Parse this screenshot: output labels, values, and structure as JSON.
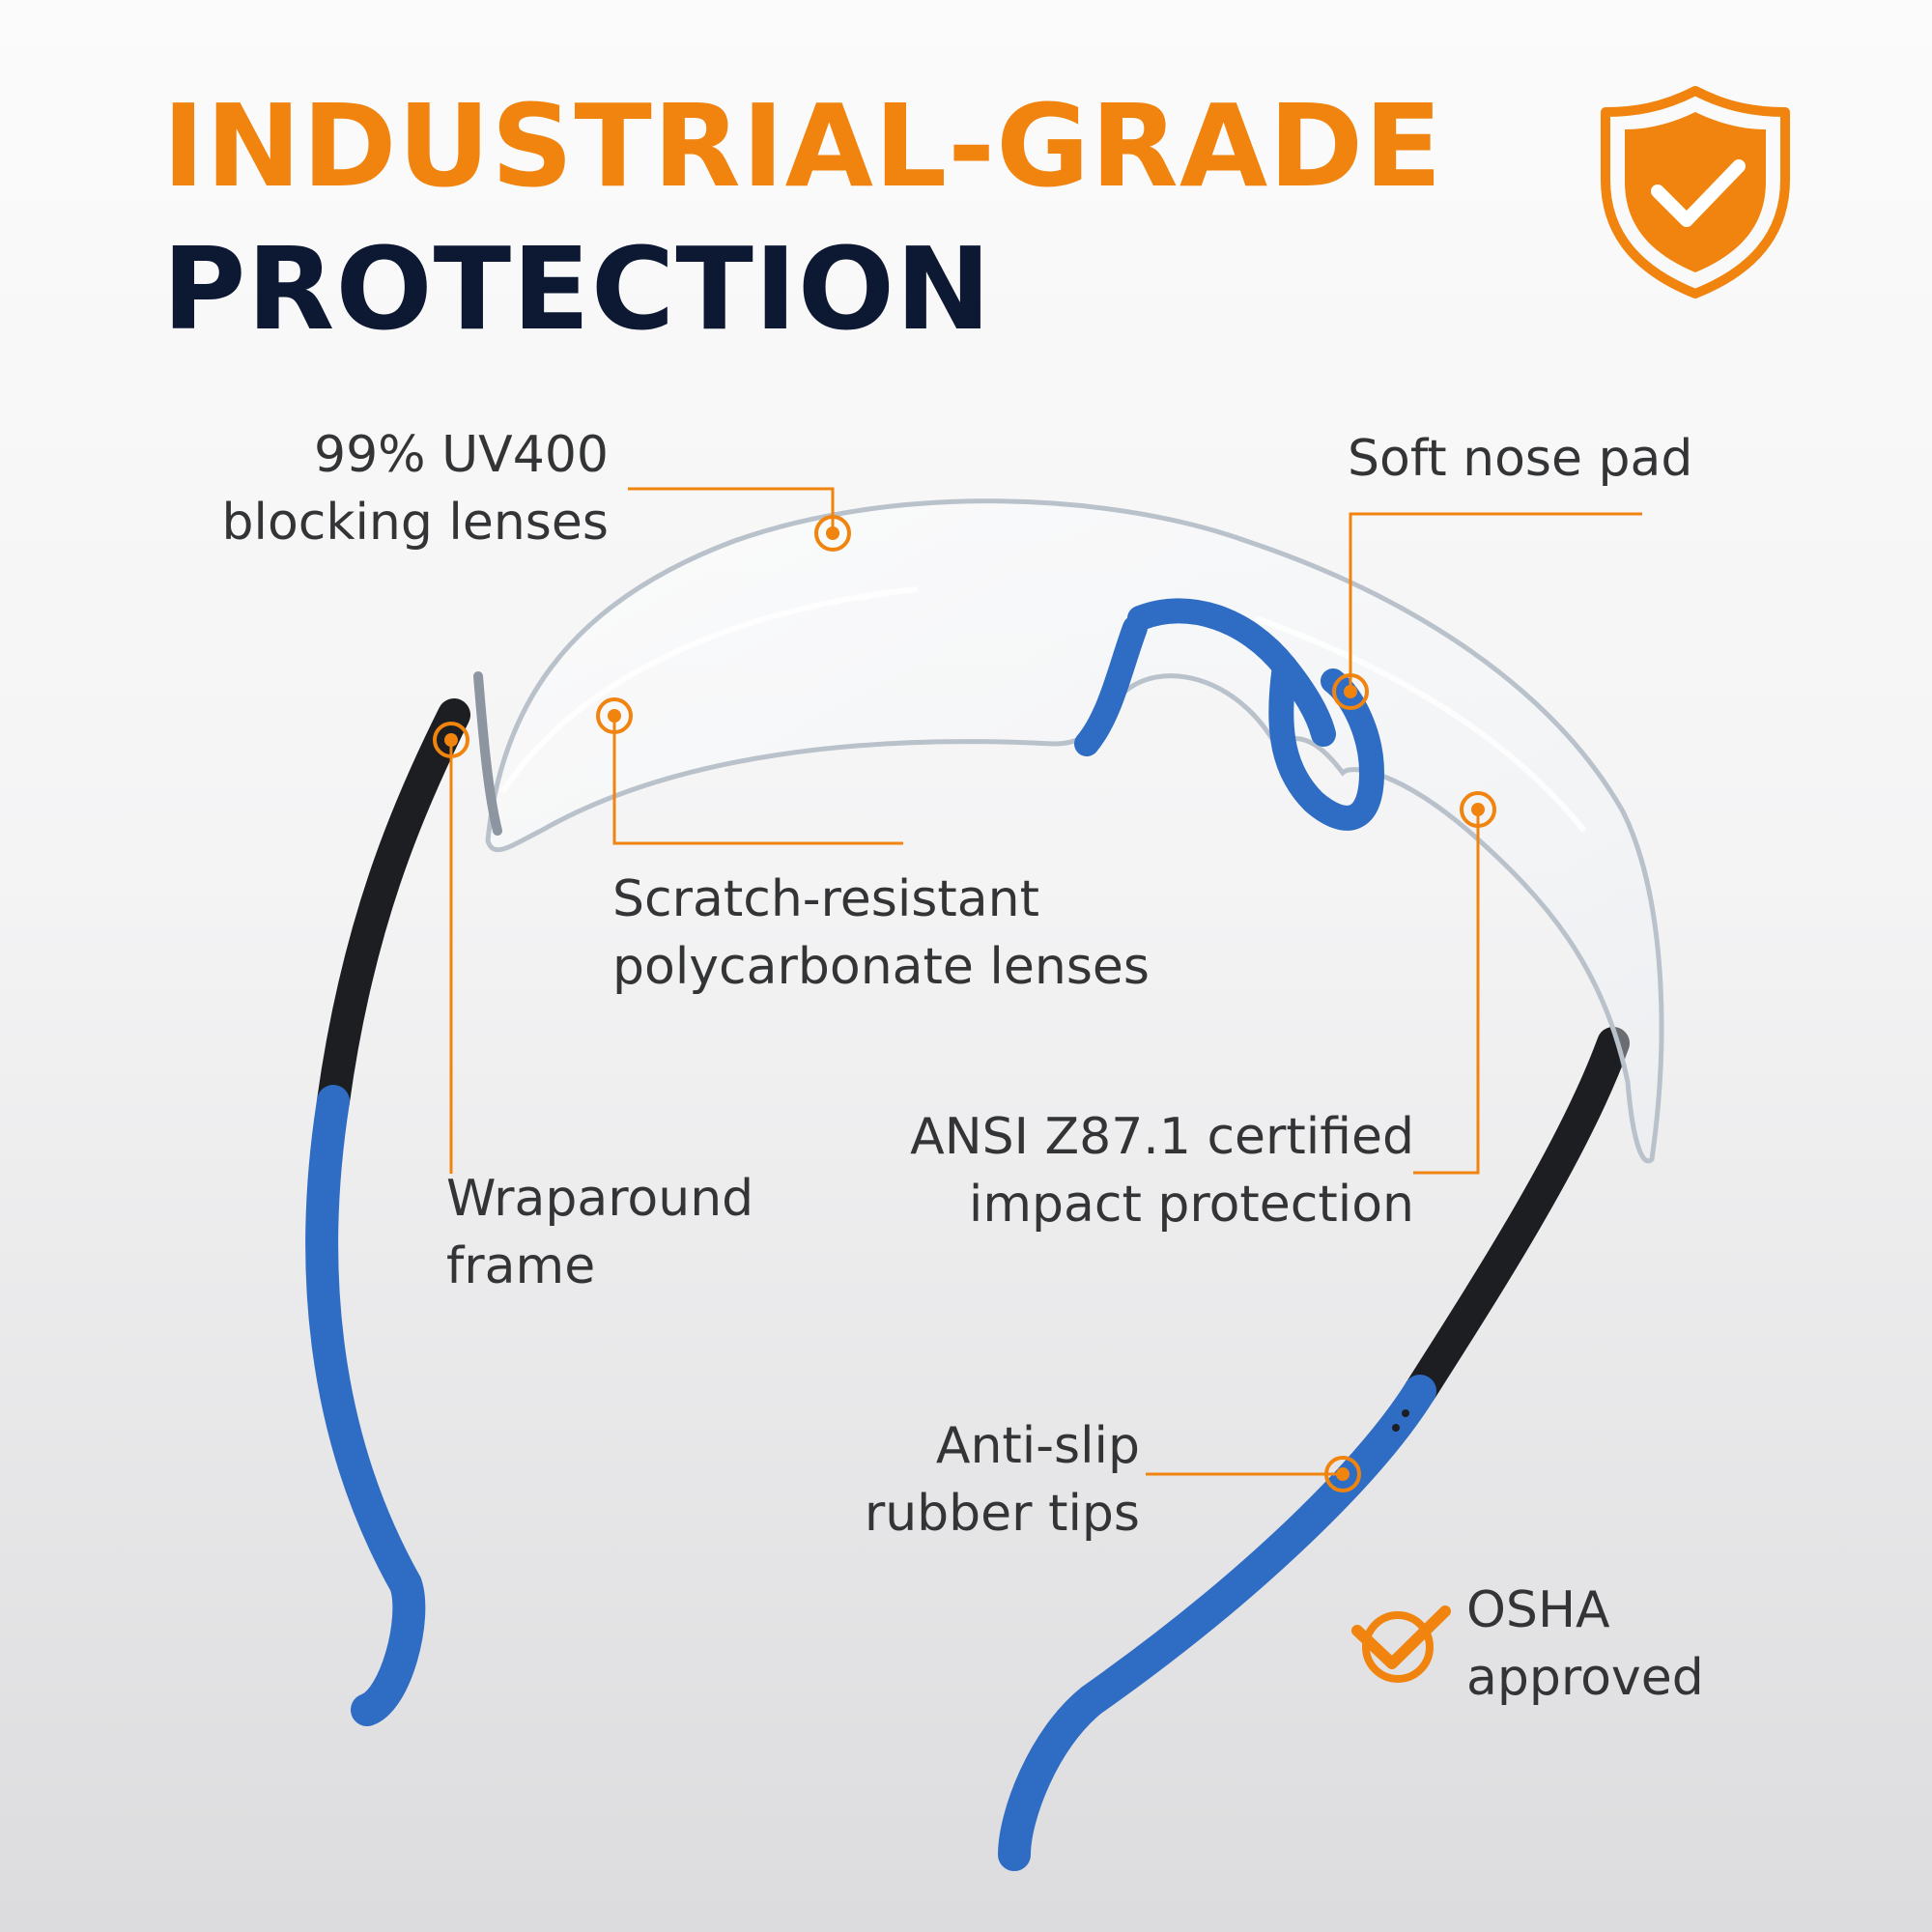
{
  "colors": {
    "accent": "#f0840e",
    "navy": "#0d1833",
    "frame_blue": "#2f6dc4",
    "frame_black": "#1c1e22",
    "text": "#333436"
  },
  "header": {
    "title_line1": "INDUSTRIAL-GRADE",
    "title_line2": "PROTECTION",
    "badge_icon": "shield-check-icon"
  },
  "features": {
    "uv": {
      "line1": "99% UV400",
      "line2": "blocking lenses"
    },
    "nose_pad": {
      "line1": "Soft nose pad"
    },
    "scratch": {
      "line1": "Scratch-resistant",
      "line2": "polycarbonate lenses"
    },
    "frame": {
      "line1": "Wraparound",
      "line2": "frame"
    },
    "ansi": {
      "line1": "ANSI Z87.1 certified",
      "line2": "impact protection"
    },
    "tips": {
      "line1": "Anti-slip",
      "line2": "rubber tips"
    }
  },
  "osha": {
    "line1": "OSHA",
    "line2": "approved",
    "icon": "check-circle-icon"
  }
}
